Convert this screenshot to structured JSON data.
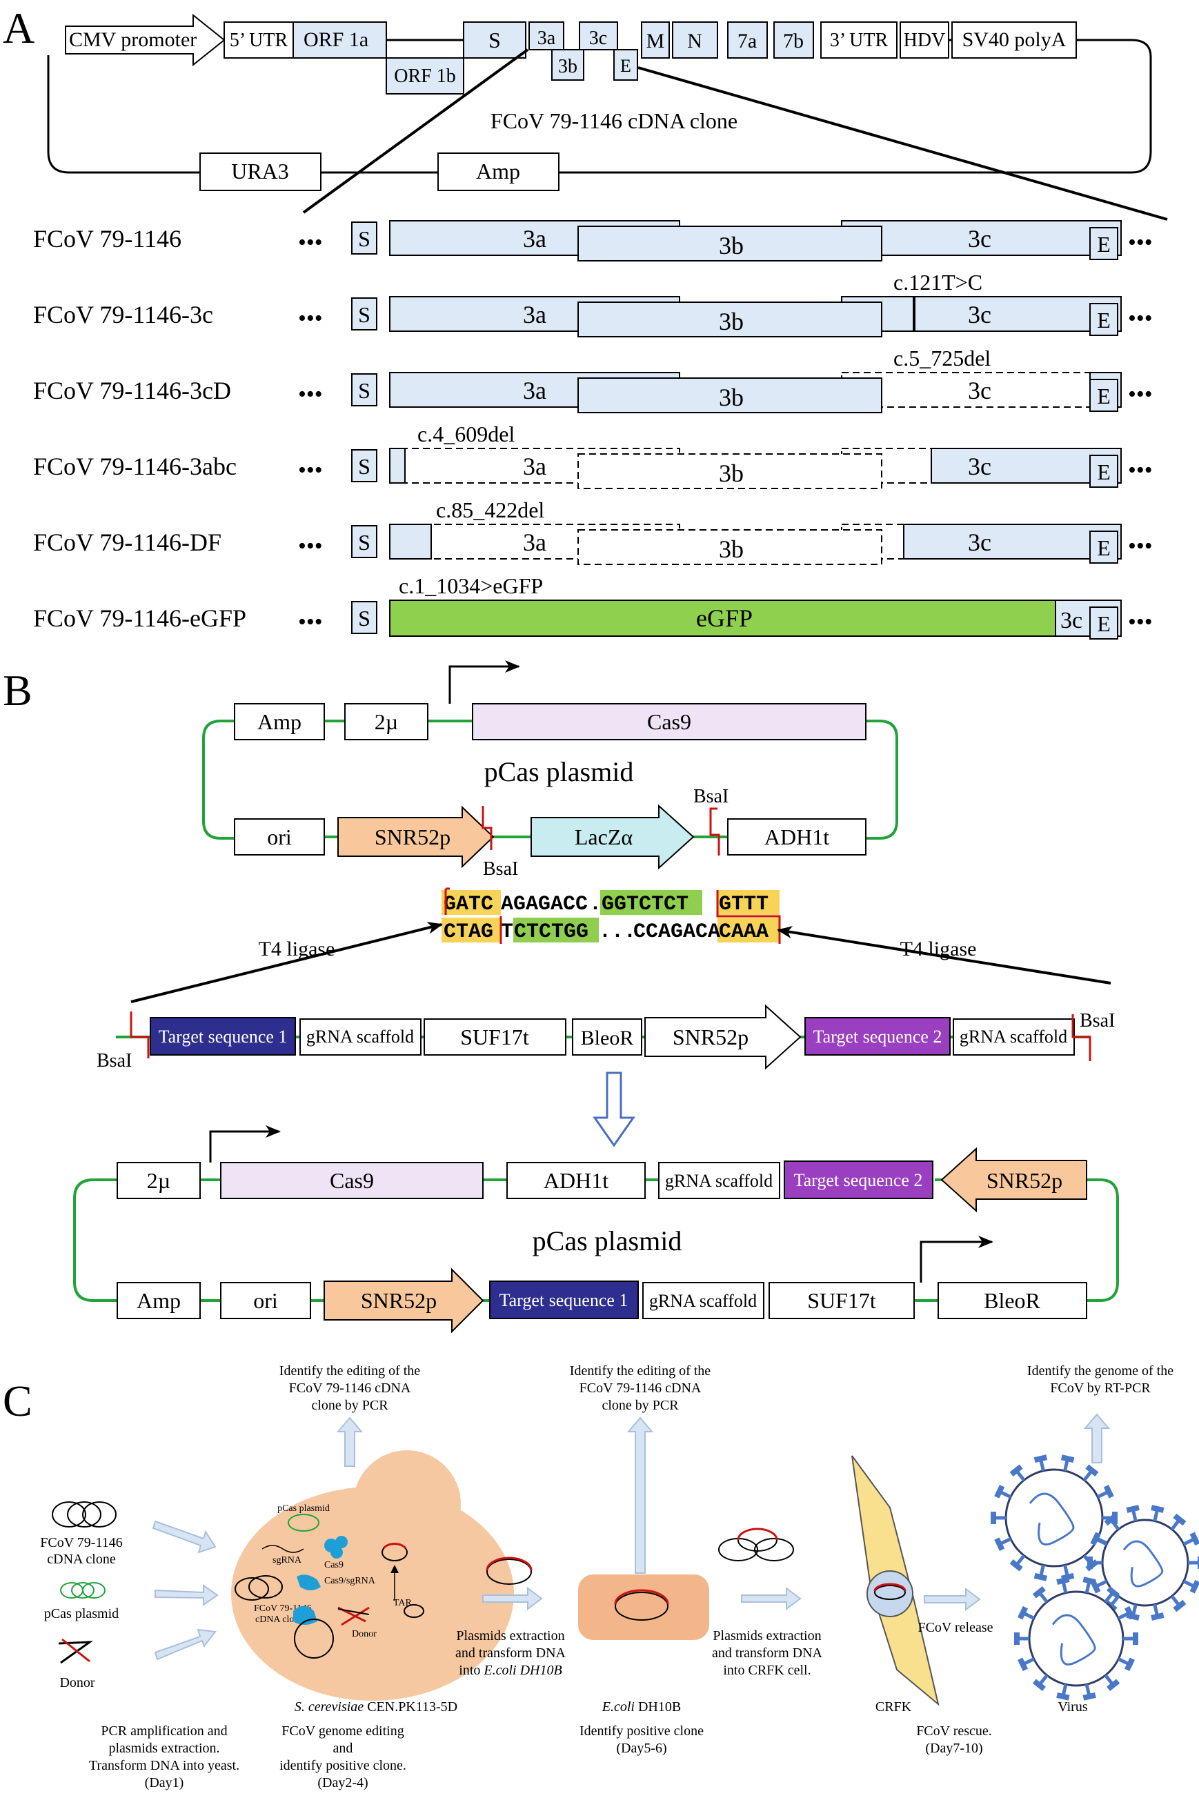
{
  "panels": {
    "a": "A",
    "b": "B",
    "c": "C"
  },
  "panel_a": {
    "top_map": {
      "promoter": "CMV promoter",
      "utr5": "5’ UTR",
      "orf1a": "ORF 1a",
      "orf1b": "ORF 1b",
      "s": "S",
      "g3a": "3a",
      "g3b": "3b",
      "g3c": "3c",
      "e": "E",
      "m": "M",
      "n": "N",
      "g7a": "7a",
      "g7b": "7b",
      "utr3": "3’ UTR",
      "hdv": "HDV",
      "polya": "SV40 polyA",
      "clone_label": "FCoV 79-1146 cDNA clone",
      "ura3": "URA3",
      "amp": "Amp"
    },
    "ellipsis": "•••",
    "rows": [
      {
        "name": "FCoV 79-1146",
        "mutation": ""
      },
      {
        "name": "FCoV 79-1146-3c",
        "mutation": "c.121T>C"
      },
      {
        "name": "FCoV 79-1146-3cD",
        "mutation": "c.5_725del"
      },
      {
        "name": "FCoV 79-1146-3abc",
        "mutation": "c.4_609del"
      },
      {
        "name": "FCoV 79-1146-DF",
        "mutation": "c.85_422del"
      },
      {
        "name": "FCoV 79-1146-eGFP",
        "mutation": "c.1_1034>eGFP"
      }
    ],
    "egfp": "eGFP"
  },
  "panel_b": {
    "plasmid1": {
      "amp": "Amp",
      "two_mu": "2µ",
      "cas9": "Cas9",
      "title": "pCas plasmid",
      "ori": "ori",
      "snr52p": "SNR52p",
      "lacz": "LacZα",
      "adh1t": "ADH1t",
      "bsai_left": "BsaI",
      "bsai_right": "BsaI"
    },
    "sequence": {
      "top": [
        "GATC",
        "AGAGACC",
        "...",
        "GGTCTCT",
        "GTTT"
      ],
      "bottom": [
        "CTAG",
        "T",
        "CTCTGG",
        "...",
        "CCAGACA",
        "CAAA"
      ]
    },
    "t4_left": "T4 ligase",
    "t4_right": "T4 ligase",
    "insert": {
      "bsai_left": "BsaI",
      "target1": "Target sequence 1",
      "scaffold1": "gRNA scaffold",
      "suf17t": "SUF17t",
      "bleor": "BleoR",
      "snr52p": "SNR52p",
      "target2": "Target sequence 2",
      "scaffold2": "gRNA scaffold",
      "bsai_right": "BsaI"
    },
    "plasmid2": {
      "two_mu": "2µ",
      "cas9": "Cas9",
      "adh1t": "ADH1t",
      "scaffold": "gRNA scaffold",
      "target2": "Target sequence 2",
      "snr52p_top": "SNR52p",
      "title": "pCas plasmid",
      "amp": "Amp",
      "ori": "ori",
      "snr52p_bottom": "SNR52p",
      "target1": "Target sequence 1",
      "scaffold_bottom": "gRNA scaffold",
      "suf17t": "SUF17t",
      "bleor": "BleoR"
    }
  },
  "panel_c": {
    "identify1": [
      "Identify the editing of the",
      "FCoV 79-1146 cDNA",
      "clone by PCR"
    ],
    "identify2": [
      "Identify the editing of the",
      "FCoV 79-1146 cDNA",
      "clone by PCR"
    ],
    "identify3": [
      "Identify the genome of the",
      "FCoV by RT-PCR"
    ],
    "inputs": {
      "clone": [
        "FCoV 79-1146",
        "cDNA clone"
      ],
      "pcas": "pCas plasmid",
      "donor": "Donor"
    },
    "yeast_inner": {
      "pcas": "pCas plasmid",
      "sgrna": "sgRNA",
      "cas9": "Cas9",
      "cas9sgrna": "Cas9/sgRNA",
      "clone": [
        "FCoV 79-1146",
        "cDNA clone"
      ],
      "donor": "Donor",
      "tar": "TAR"
    },
    "yeast_label": [
      "S. cerevisiae",
      " CEN.PK113-5D"
    ],
    "step2": [
      "Plasmids extraction",
      "and transform DNA",
      "into ",
      "E.coli DH10B"
    ],
    "ecoli_label": [
      "E.coli",
      " DH10B"
    ],
    "step3": [
      "Plasmids extraction",
      "and transform DNA",
      "into CRFK cell."
    ],
    "crfk": "CRFK",
    "release": "FCoV release",
    "virus": "Virus",
    "bottom": {
      "day1": [
        "PCR amplification and",
        "plasmids extraction.",
        "Transform DNA into yeast.",
        "(Day1)"
      ],
      "day2": [
        "FCoV genome editing",
        "and",
        "identify positive clone.",
        "(Day2-4)"
      ],
      "day5": [
        "Identify positive clone",
        "(Day5-6)"
      ],
      "day7": [
        "FCoV rescue.",
        "(Day7-10)"
      ]
    }
  },
  "colors": {
    "gene_blue": "#dde9f7",
    "egfp_green": "#8fd14f",
    "plasmid_green": "#22a33a",
    "lacz": "#c8ecef",
    "cas9": "#efe4f6",
    "snr52p": "#f8c79b",
    "target1": "#2e2e8f",
    "target2": "#9a3fbf",
    "seq_yellow": "#f7d358",
    "seq_green": "#8fce4e",
    "bsai_red": "#cc1111",
    "yeast": "#f6c8a2",
    "ecoli": "#f3b68a",
    "crfk": "#f8e08e",
    "virus_blue": "#4a78c8",
    "arrow_fill": "#d7e4f3"
  }
}
